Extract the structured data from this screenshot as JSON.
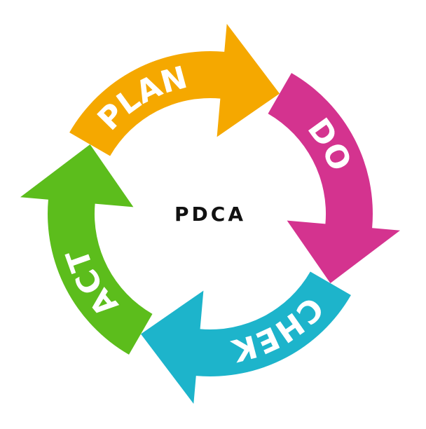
{
  "title": "PDCA",
  "steps": [
    {
      "label": "PLAN",
      "color": "#F5A800"
    },
    {
      "label": "DO",
      "color": "#D4338F"
    },
    {
      "label": "CHEK",
      "color": "#1DB4CB"
    },
    {
      "label": "ACT",
      "color": "#5CBD1C"
    }
  ]
}
